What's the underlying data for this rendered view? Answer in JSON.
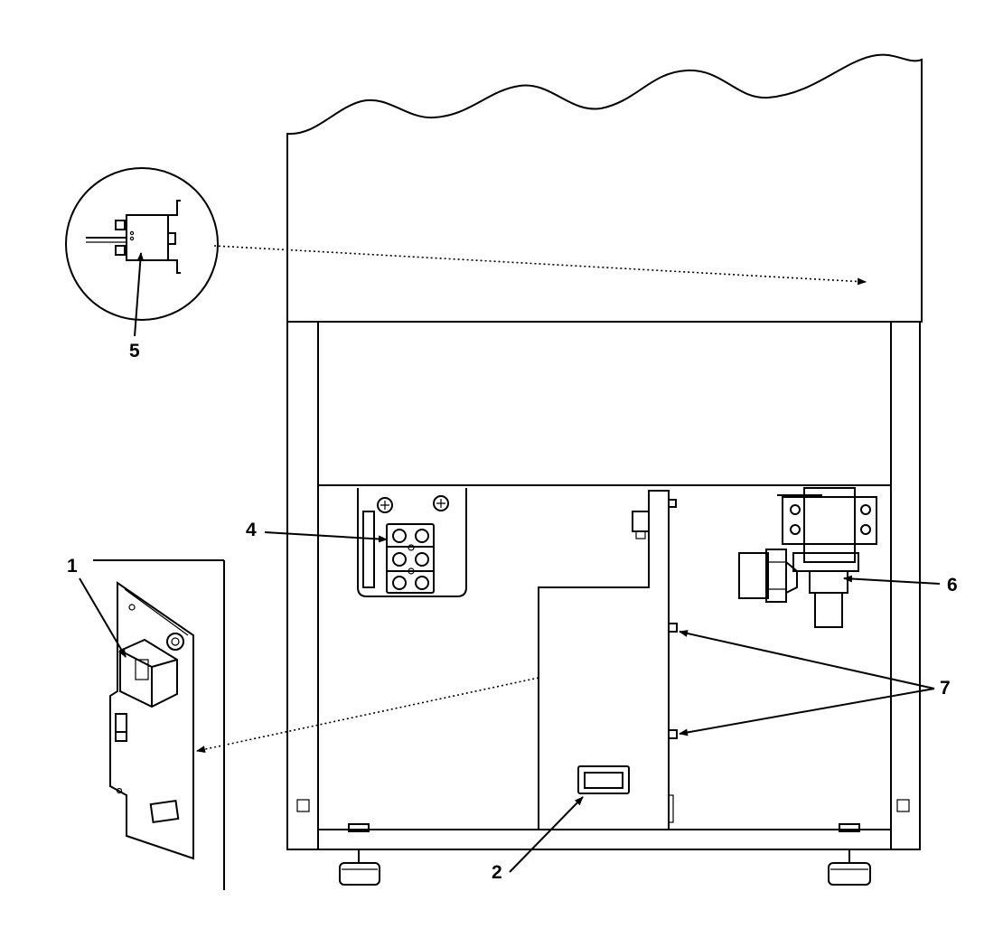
{
  "callouts": {
    "c1": "1",
    "c2": "2",
    "c4": "4",
    "c5": "5",
    "c6": "6",
    "c7": "7"
  }
}
